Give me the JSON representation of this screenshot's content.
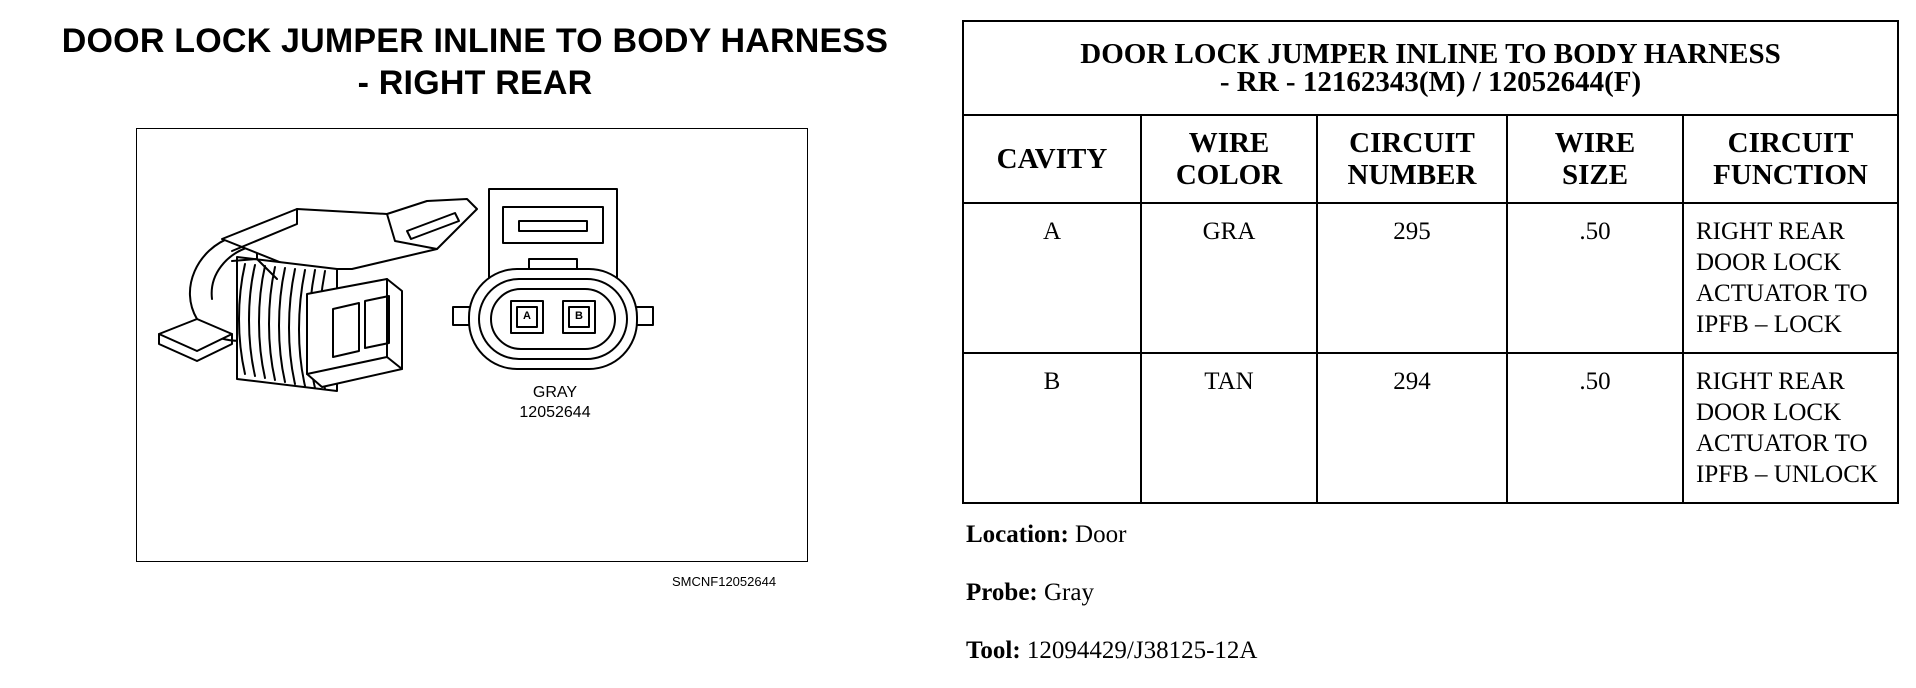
{
  "diagram": {
    "title_line1": "DOOR LOCK JUMPER INLINE TO BODY HARNESS",
    "title_line2": "- RIGHT REAR",
    "connector_color": "GRAY",
    "connector_part": "12052644",
    "pin_a": "A",
    "pin_b": "B",
    "reference_code": "SMCNF12052644"
  },
  "table": {
    "title_line1": "DOOR LOCK JUMPER INLINE TO BODY HARNESS",
    "title_line2": "- RR - 12162343(M) / 12052644(F)",
    "headers": [
      [
        "CAVITY"
      ],
      [
        "WIRE",
        "COLOR"
      ],
      [
        "CIRCUIT",
        "NUMBER"
      ],
      [
        "WIRE",
        "SIZE"
      ],
      [
        "CIRCUIT",
        "FUNCTION"
      ]
    ],
    "rows": [
      {
        "cavity": "A",
        "wire_color": "GRA",
        "circuit_number": "295",
        "wire_size": ".50",
        "function_lines": [
          "RIGHT REAR",
          "DOOR LOCK",
          "ACTUATOR TO",
          "IPFB – LOCK"
        ]
      },
      {
        "cavity": "B",
        "wire_color": "TAN",
        "circuit_number": "294",
        "wire_size": ".50",
        "function_lines": [
          "RIGHT REAR",
          "DOOR LOCK",
          "ACTUATOR TO",
          "IPFB – UNLOCK"
        ]
      }
    ]
  },
  "info": {
    "location_label": "Location:",
    "location_value": "Door",
    "probe_label": "Probe:",
    "probe_value": "Gray",
    "tool_label": "Tool:",
    "tool_value": "12094429/J38125-12A"
  }
}
